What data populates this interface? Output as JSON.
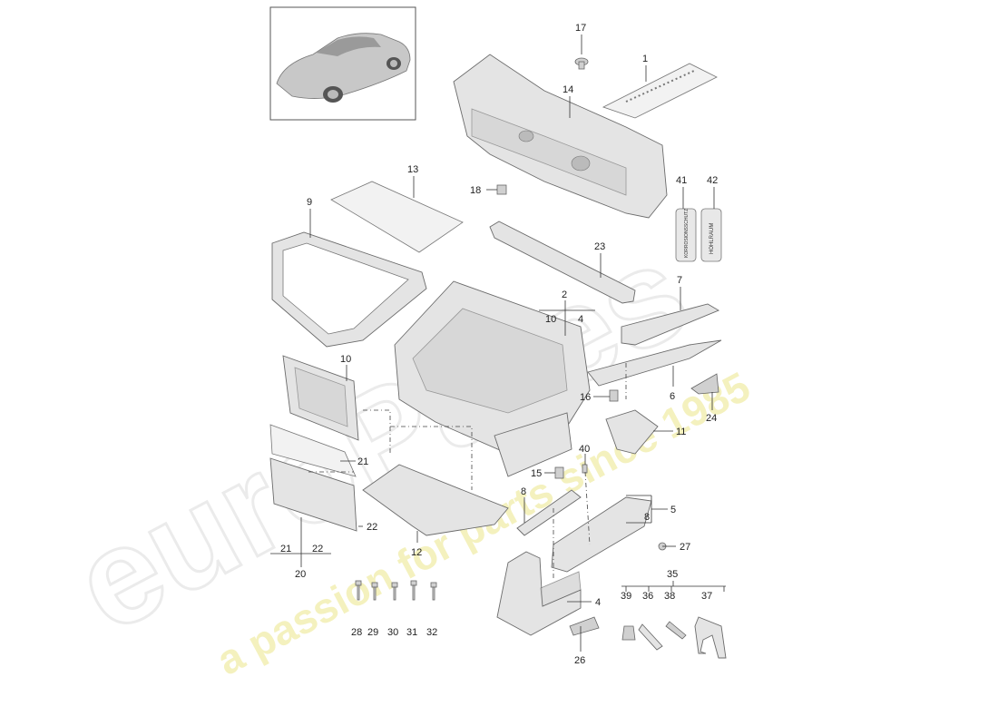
{
  "watermark": {
    "brand": "euroPares",
    "tagline": "a passion for parts since 1985"
  },
  "callouts": {
    "c1": "1",
    "c2": "2",
    "c4a": "4",
    "c4b": "4",
    "c5": "5",
    "c6": "6",
    "c7": "7",
    "c8a": "8",
    "c8b": "8",
    "c9": "9",
    "c10a": "10",
    "c10b": "10",
    "c11": "11",
    "c12": "12",
    "c13": "13",
    "c14": "14",
    "c15": "15",
    "c16": "16",
    "c17": "17",
    "c18": "18",
    "c20": "20",
    "c21a": "21",
    "c21b": "21",
    "c22a": "22",
    "c22b": "22",
    "c23": "23",
    "c24": "24",
    "c26": "26",
    "c27": "27",
    "c28": "28",
    "c29": "29",
    "c30": "30",
    "c31": "31",
    "c32": "32",
    "c35": "35",
    "c36": "36",
    "c37": "37",
    "c38": "38",
    "c39": "39",
    "c40": "40",
    "c41": "41",
    "c42": "42"
  },
  "can_labels": {
    "can41": "KORROSIONSSCHUTZ",
    "can42": "HOHLRAUM"
  }
}
